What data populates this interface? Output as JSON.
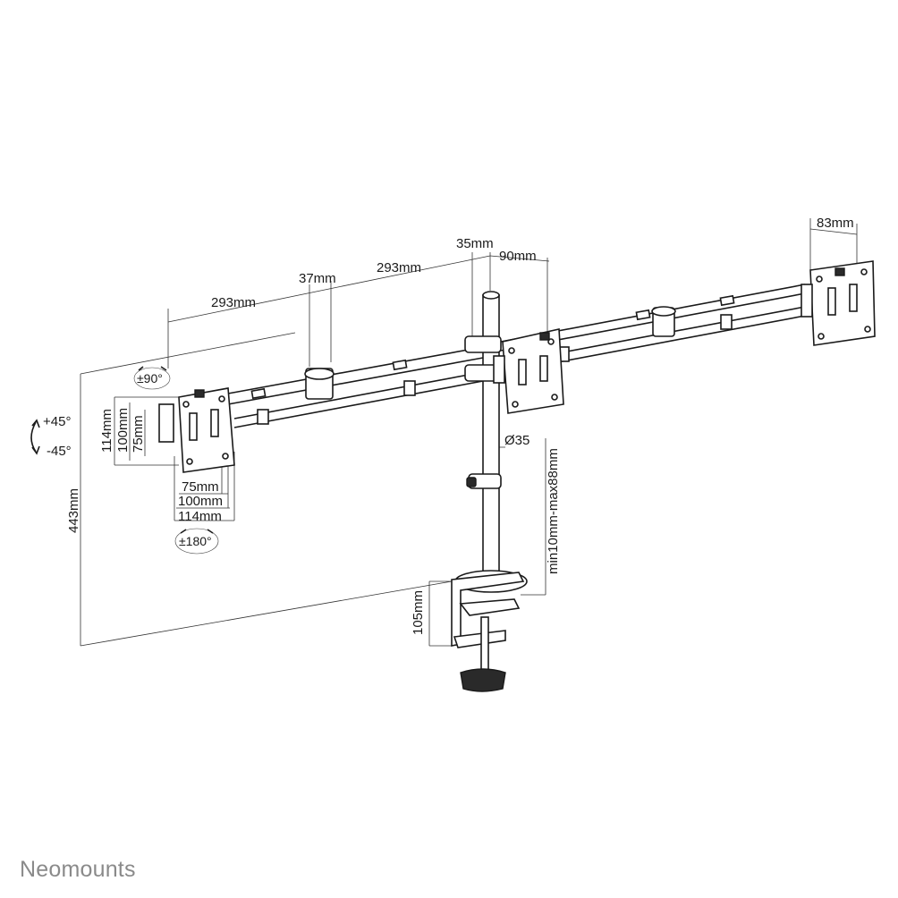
{
  "brand": {
    "name": "Neomounts",
    "color": "#8a8a8a"
  },
  "colors": {
    "line": "#1a1a1a",
    "dimension": "#333333",
    "background": "#ffffff"
  },
  "icons": {
    "tilt": "tilt-arrows-icon",
    "swivel": "swivel-arrows-icon",
    "rotate": "rotation-arrows-icon"
  },
  "labels": {
    "arm_293_left": "293mm",
    "arm_37": "37mm",
    "arm_293_right": "293mm",
    "pole_35": "35mm",
    "depth_90": "90mm",
    "plate_83": "83mm",
    "tilt_plus": "+45°",
    "tilt_minus": "-45°",
    "swivel": "±90°",
    "rotate": "±180°",
    "vesa_h_114": "114mm",
    "vesa_h_100": "100mm",
    "vesa_h_75": "75mm",
    "vesa_w_75": "75mm",
    "vesa_w_100": "100mm",
    "vesa_w_114": "114mm",
    "pole_diameter": "Ø35",
    "desk_thickness": "min10mm-max88mm",
    "clamp_height": "105mm",
    "total_height": "443mm"
  }
}
